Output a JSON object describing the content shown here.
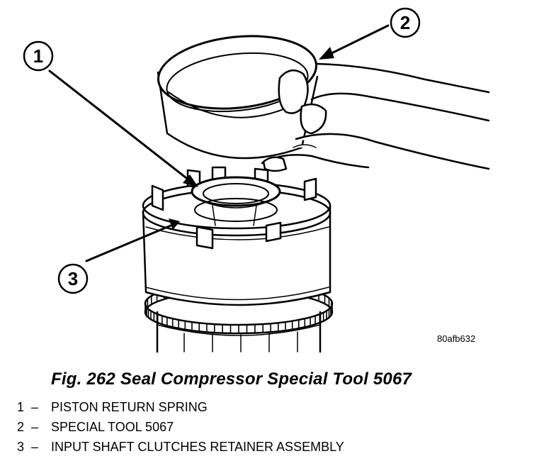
{
  "figure": {
    "callouts": [
      {
        "number": "1"
      },
      {
        "number": "2"
      },
      {
        "number": "3"
      }
    ],
    "image_id": "80afb632"
  },
  "caption": "Fig. 262 Seal Compressor Special Tool 5067",
  "legend": [
    {
      "number": "1",
      "separator": "–",
      "label": "PISTON RETURN SPRING"
    },
    {
      "number": "2",
      "separator": "–",
      "label": "SPECIAL TOOL 5067"
    },
    {
      "number": "3",
      "separator": "–",
      "label": "INPUT SHAFT CLUTCHES RETAINER ASSEMBLY"
    }
  ]
}
